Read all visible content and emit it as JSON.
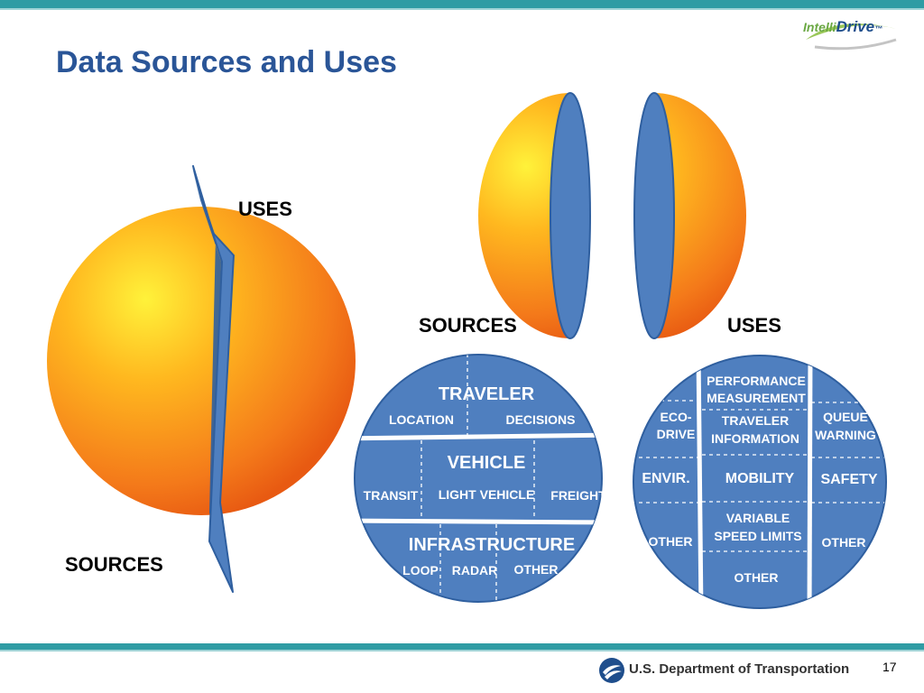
{
  "header": {
    "brand_prefix": "Intelli",
    "brand_suffix": "Drive",
    "brand_tm": "™",
    "title": "Data Sources and Uses"
  },
  "labels": {
    "uses_left": "USES",
    "sources_left": "SOURCES",
    "sources_mid": "SOURCES",
    "uses_right": "USES"
  },
  "sources_circle": {
    "traveler": "TRAVELER",
    "location": "LOCATION",
    "decisions": "DECISIONS",
    "vehicle": "VEHICLE",
    "transit": "TRANSIT",
    "light_vehicle": "LIGHT VEHICLE",
    "freight": "FREIGHT",
    "infrastructure": "INFRASTRUCTURE",
    "loop": "LOOP",
    "radar": "RADAR",
    "other": "OTHER"
  },
  "uses_circle": {
    "performance": "PERFORMANCE",
    "measurement": "MEASUREMENT",
    "eco": "ECO-",
    "drive": "DRIVE",
    "traveler": "TRAVELER",
    "information": "INFORMATION",
    "queue": "QUEUE",
    "warning": "WARNING",
    "envir": "ENVIR.",
    "mobility": "MOBILITY",
    "safety": "SAFETY",
    "variable": "VARIABLE",
    "speed_limits": "SPEED LIMITS",
    "other_left": "OTHER",
    "other_right": "OTHER",
    "other_bottom": "OTHER"
  },
  "footer": {
    "department": "U.S. Department of Transportation",
    "page_number": "17"
  },
  "colors": {
    "teal_bar": "#2f9ca4",
    "title_blue": "#2a5597",
    "circle_blue": "#4f7fbf",
    "sphere_orange": "#f47a1a",
    "sphere_yellow": "#fff23a"
  }
}
